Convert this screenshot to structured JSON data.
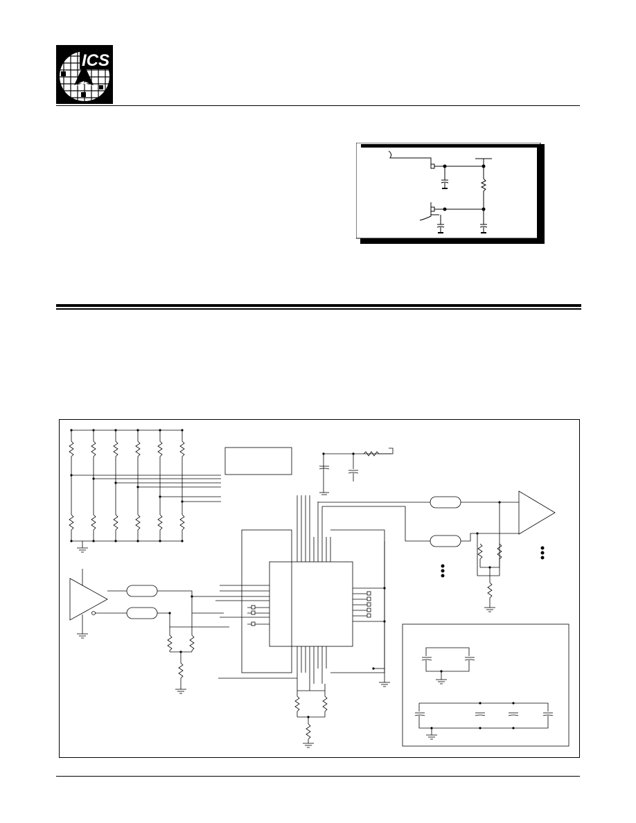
{
  "header": {
    "logo_text": "ICS",
    "logo_icon": "ics-wafer-logo-icon"
  },
  "figures": [
    {
      "id": "power-filter-schematic",
      "icon": "schematic-diagram"
    },
    {
      "id": "application-schematic",
      "icon": "schematic-diagram"
    }
  ],
  "colors": {
    "ink": "#000000",
    "paper": "#ffffff"
  }
}
